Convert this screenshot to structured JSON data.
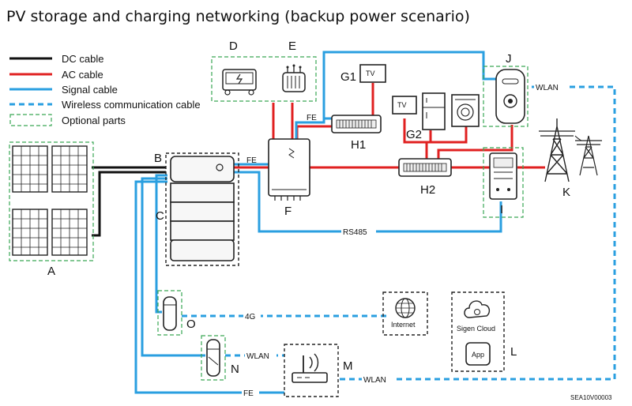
{
  "title": "PV storage and charging networking (backup power scenario)",
  "legend": [
    {
      "label": "DC cable",
      "style": "dc"
    },
    {
      "label": "AC cable",
      "style": "ac"
    },
    {
      "label": "Signal cable",
      "style": "signal"
    },
    {
      "label": "Wireless communication cable",
      "style": "wireless"
    },
    {
      "label": "Optional parts",
      "style": "optional"
    }
  ],
  "letters": {
    "A": "A",
    "B": "B",
    "C": "C",
    "D": "D",
    "E": "E",
    "F": "F",
    "G1": "G1",
    "G2": "G2",
    "H1": "H1",
    "H2": "H2",
    "I": "I",
    "J": "J",
    "K": "K",
    "L": "L",
    "M": "M",
    "N": "N",
    "O": "O"
  },
  "cable_labels": {
    "fe_battery": "FE",
    "fe_inverter": "FE",
    "fe_bottom": "FE",
    "rs485": "RS485",
    "lte": "4G",
    "wlan_dongle": "WLAN",
    "wlan_router": "WLAN",
    "wlan_charger": "WLAN"
  },
  "device_text": {
    "tv": "TV",
    "internet": "Internet",
    "cloud": "Sigen Cloud",
    "app": "App"
  },
  "doc_code": "SEA10V00003",
  "colors": {
    "dc": "#111111",
    "ac": "#e02020",
    "signal": "#2a9fe0",
    "optional": "#3aa655"
  }
}
